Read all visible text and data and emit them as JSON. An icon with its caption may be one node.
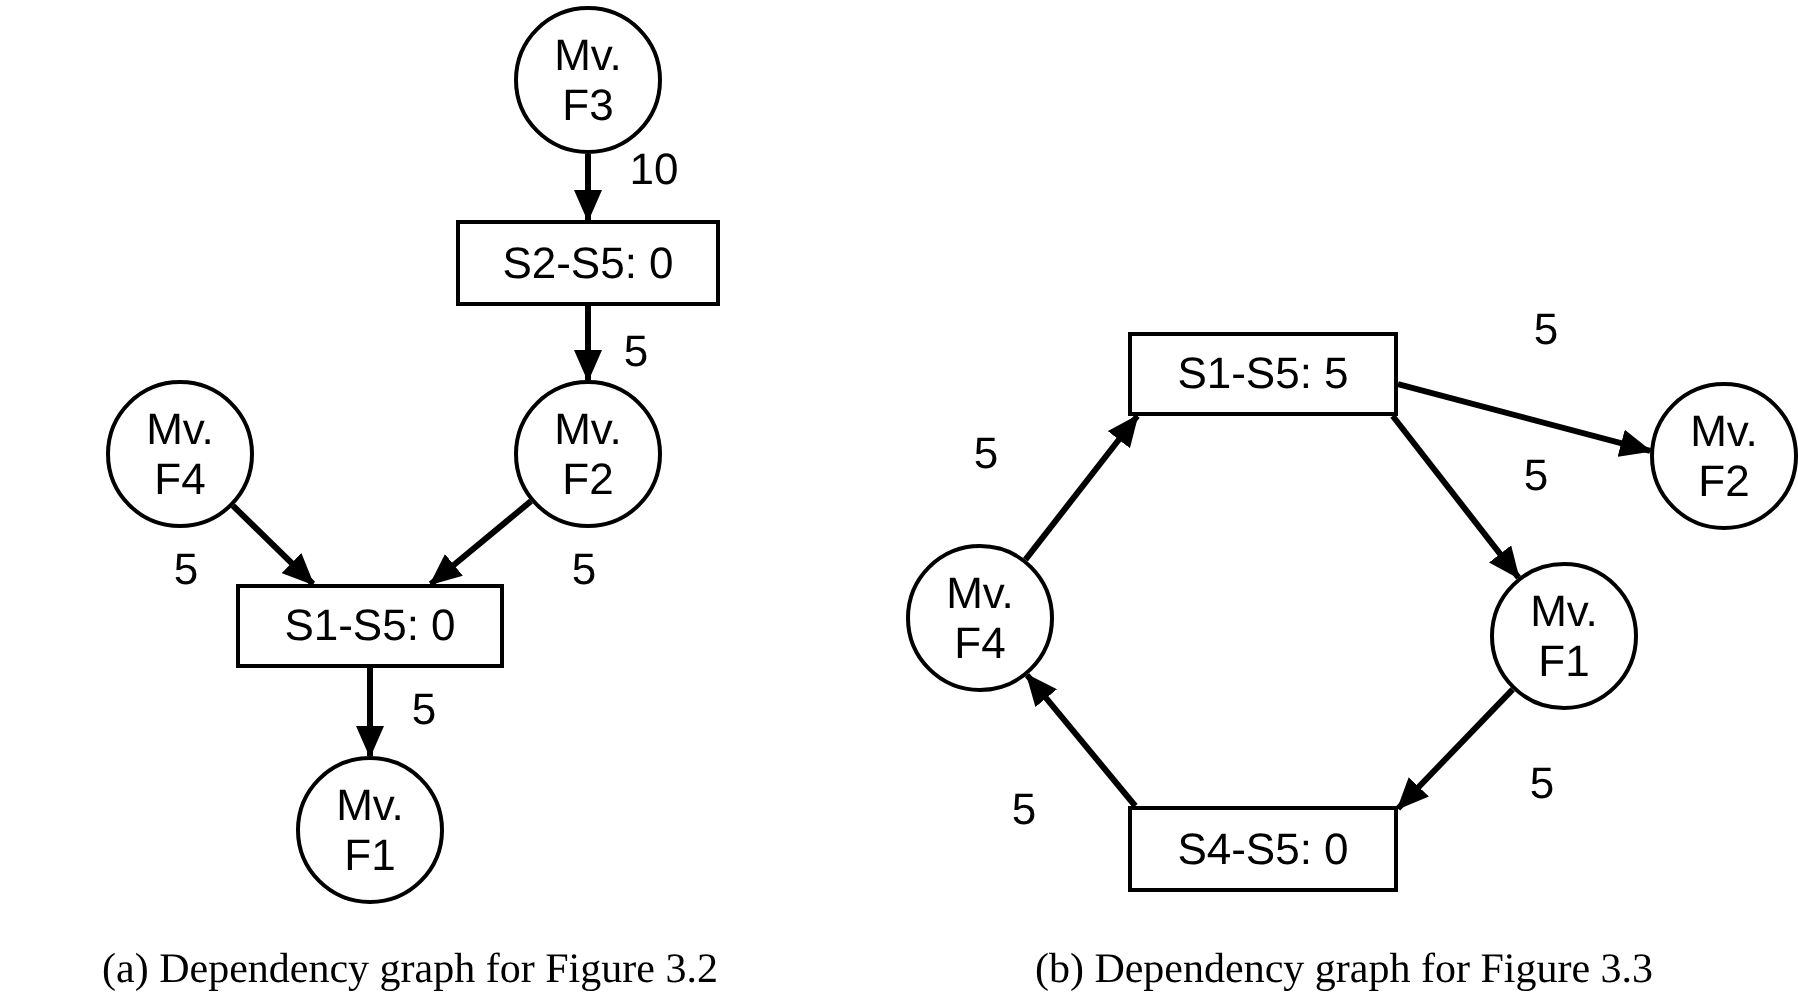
{
  "diagram": {
    "nodes": [
      {
        "text": [
          "Mv. F3"
        ]
      },
      {
        "text": [
          "S2-S5: 0"
        ]
      },
      {
        "text": [
          "Mv. F4"
        ]
      },
      {
        "text": [
          "Mv. F2"
        ]
      },
      {
        "text": [
          "S1-S5: 0"
        ]
      },
      {
        "text": [
          "Mv. F1"
        ]
      },
      {
        "text": [
          "S1-S5: 5"
        ]
      },
      {
        "text": [
          "Mv. F2"
        ]
      },
      {
        "text": [
          "Mv. F4"
        ]
      },
      {
        "text": [
          "Mv. F1"
        ]
      },
      {
        "text": [
          "S4-S5: 0"
        ]
      }
    ],
    "edges": [
      {
        "from": 0,
        "to": 1,
        "arrow": "to",
        "label": "10"
      },
      {
        "from": 1,
        "to": 3,
        "arrow": "to",
        "label": "5"
      },
      {
        "from": 2,
        "to": 4,
        "arrow": "to",
        "label": "5"
      },
      {
        "from": 3,
        "to": 4,
        "arrow": "to",
        "label": "5"
      },
      {
        "from": 4,
        "to": 5,
        "arrow": "to",
        "label": "5"
      },
      {
        "from": 6,
        "to": 7,
        "arrow": "to",
        "label": "5"
      },
      {
        "from": 6,
        "to": 9,
        "arrow": "to",
        "label": "5"
      },
      {
        "from": 8,
        "to": 6,
        "arrow": "to",
        "label": "5"
      },
      {
        "from": 9,
        "to": 10,
        "arrow": "to",
        "label": "5"
      },
      {
        "from": 10,
        "to": 8,
        "arrow": "to",
        "label": "5"
      }
    ],
    "labels": [
      "(a) Dependency graph for Figure 3.2",
      "(b) Dependency graph for Figure 3.3"
    ]
  }
}
